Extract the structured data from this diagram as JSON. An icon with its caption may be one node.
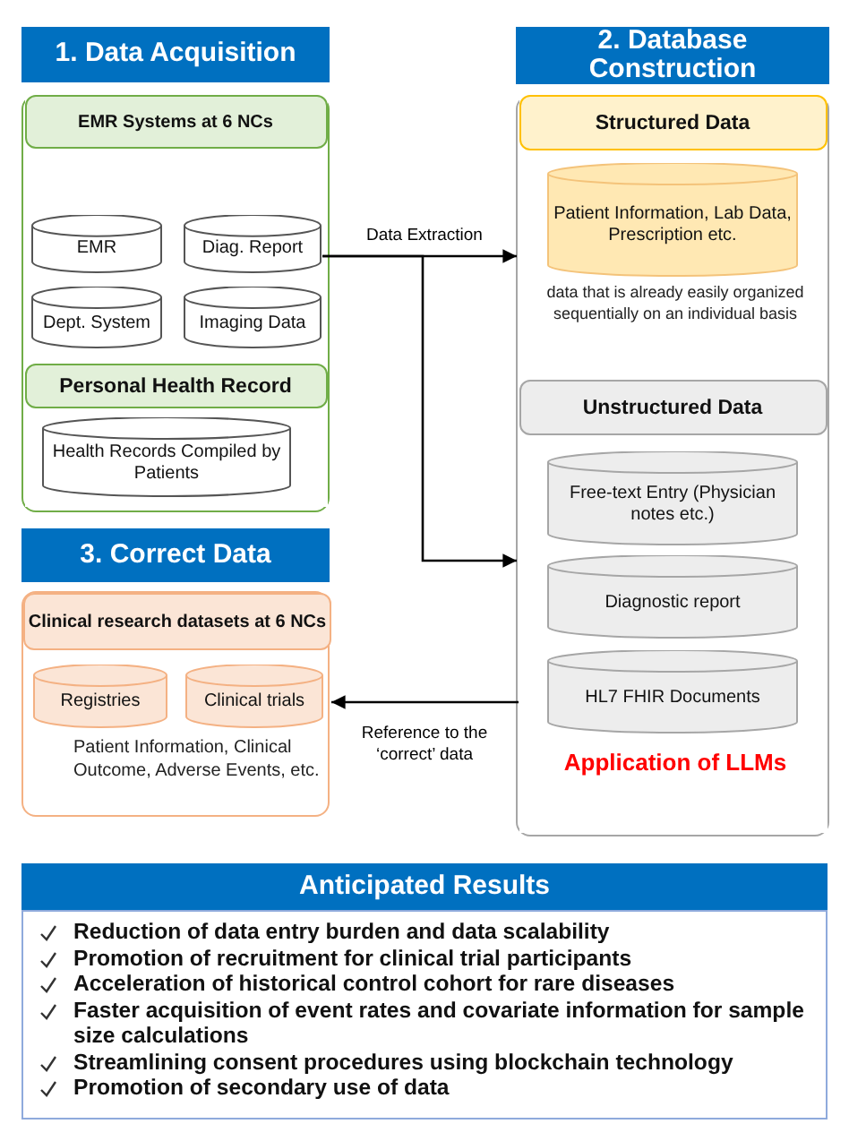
{
  "diagram": {
    "nodes": [
      {
        "text": [
          "1. Data Acquisition"
        ]
      },
      {
        "text": [
          "EMR Systems at 6 NCs"
        ],
        "in": 0
      },
      {
        "text": [
          "EMR"
        ],
        "in": 1
      },
      {
        "text": [
          "Diag. Report"
        ],
        "in": 1
      },
      {
        "text": [
          "Dept. System"
        ],
        "in": 1
      },
      {
        "text": [
          "Imaging Data"
        ],
        "in": 1
      },
      {
        "text": [
          "Personal Health Record"
        ],
        "in": 0
      },
      {
        "text": [
          "Health Records Compiled by Patients"
        ],
        "in": 6
      },
      {
        "text": [
          "2. Database Construction"
        ]
      },
      {
        "text": [
          "Structured Data",
          "data that is already easily organized sequentially on an individual basis"
        ],
        "in": 8
      },
      {
        "text": [
          "Patient Information, Lab Data, Prescription etc."
        ],
        "in": 9
      },
      {
        "text": [
          "Unstructured Data",
          "Application of LLMs"
        ],
        "in": 8
      },
      {
        "text": [
          "Free-text Entry (Physician notes etc.)"
        ],
        "in": 11
      },
      {
        "text": [
          "Diagnostic report"
        ],
        "in": 11
      },
      {
        "text": [
          "HL7 FHIR Documents"
        ],
        "in": 11
      },
      {
        "text": [
          "3. Correct Data"
        ]
      },
      {
        "text": [
          "Clinical research datasets at 6 NCs",
          "Patient Information, Clinical Outcome, Adverse Events, etc."
        ],
        "in": 15
      },
      {
        "text": [
          "Registries"
        ],
        "in": 16
      },
      {
        "text": [
          "Clinical trials"
        ],
        "in": 16
      },
      {
        "text": [
          "Anticipated Results",
          "Reduction of data entry burden and data scalability",
          "Promotion of recruitment for clinical trial participants",
          "Acceleration of historical control cohort for rare diseases",
          "Faster acquisition of event rates and covariate information for sample size calculations",
          "Streamlining consent procedures using blockchain technology",
          "Promotion of secondary use of data"
        ]
      }
    ],
    "edges": [
      {
        "from": 3,
        "to": 9,
        "arrow": "to",
        "label": "Data Extraction"
      },
      {
        "from": 3,
        "to": 11,
        "arrow": "to"
      },
      {
        "from": 11,
        "to": 16,
        "arrow": "to",
        "label": "Reference to the ‘correct’ data"
      }
    ]
  }
}
